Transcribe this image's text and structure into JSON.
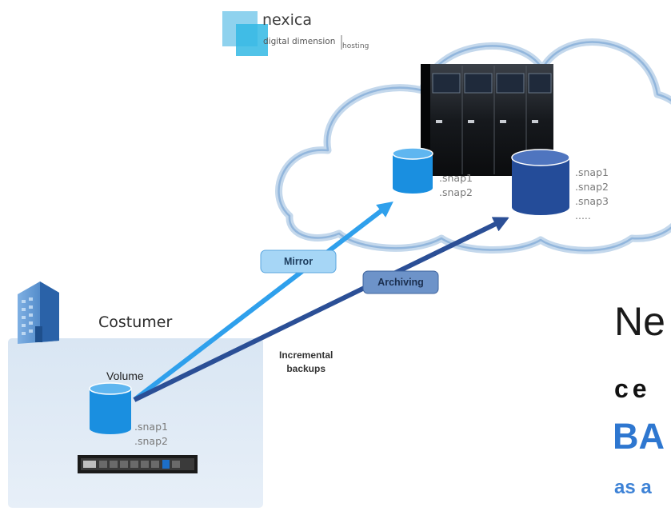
{
  "logo": {
    "name": "nexica",
    "tagline": "digital dimension",
    "sub": "hosting"
  },
  "cloud": {
    "small_volume_snaps": [
      ".snap1",
      ".snap2"
    ],
    "large_volume_snaps": [
      ".snap1",
      ".snap2",
      ".snap3",
      "....."
    ]
  },
  "customer": {
    "title": "Costumer",
    "volume_label": "Volume",
    "volume_snaps": [
      ".snap1",
      ".snap2"
    ]
  },
  "arrows": {
    "mirror": "Mirror",
    "archiving": "Archiving",
    "incremental": "Incremental\nbackups"
  },
  "headline": {
    "line1": "Ne",
    "line2": "ce",
    "line3": "BA",
    "line4": "as a"
  },
  "colors": {
    "mirror_arrow": "#2fa0ec",
    "archiving_arrow": "#2b4f96",
    "small_volume": "#1a8fe0",
    "large_volume": "#244c99",
    "customer_panel": "#e1ebf5",
    "cloud_outline": "#a6c4e2",
    "headline_blue": "#2e77d0"
  },
  "icons": [
    "nexica-logo-icon",
    "server-rack-icon",
    "database-icon",
    "office-building-icon",
    "storage-appliance-icon"
  ]
}
